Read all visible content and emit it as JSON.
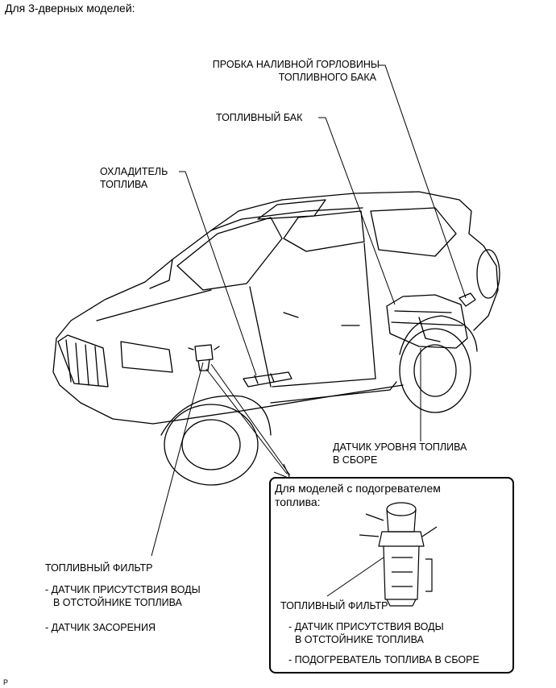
{
  "heading": "Для 3-дверных моделей:",
  "labels": {
    "filler_cap_1": "ПРОБКА НАЛИВНОЙ ГОРЛОВИНЫ",
    "filler_cap_2": "ТОПЛИВНОГО БАКА",
    "fuel_tank": "ТОПЛИВНЫЙ БАК",
    "fuel_cooler_1": "ОХЛАДИТЕЛЬ",
    "fuel_cooler_2": "ТОПЛИВА",
    "level_sensor_1": "ДАТЧИК УРОВНЯ ТОПЛИВА",
    "level_sensor_2": "В СБОРЕ",
    "fuel_filter": "ТОПЛИВНЫЙ ФИЛЬТР",
    "water_sensor_1": "- ДАТЧИК ПРИСУТСТВИЯ ВОДЫ",
    "water_sensor_2": "В ОТСТОЙНИКЕ ТОПЛИВА",
    "clog_sensor": "- ДАТЧИК ЗАСОРЕНИЯ"
  },
  "inset": {
    "title_1": "Для моделей с подогревателем",
    "title_2": "топлива:",
    "fuel_filter": "ТОПЛИВНЫЙ ФИЛЬТР",
    "water_sensor_1": "- ДАТЧИК ПРИСУТСТВИЯ ВОДЫ",
    "water_sensor_2": "В ОТСТОЙНИКЕ ТОПЛИВА",
    "heater": "- ПОДОГРЕВАТЕЛЬ ТОПЛИВА В СБОРЕ"
  },
  "corner_mark": "P"
}
